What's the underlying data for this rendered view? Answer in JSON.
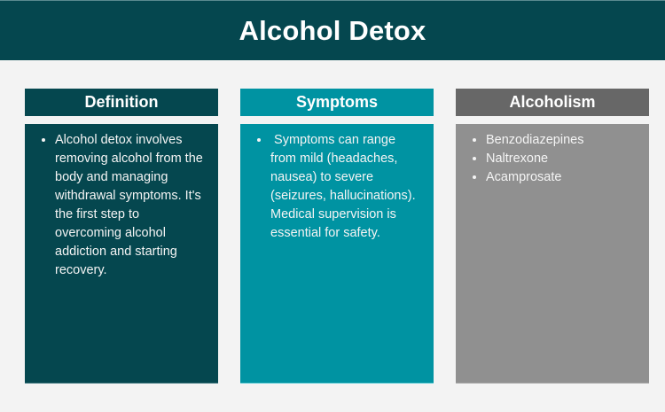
{
  "title": "Alcohol Detox",
  "colors": {
    "title_bg": "#05474f",
    "definition": "#05474f",
    "symptoms": "#0093a2",
    "alcoholism_header": "#676767",
    "alcoholism_body": "#909090",
    "background": "#f3f3f3"
  },
  "columns": [
    {
      "heading": "Definition",
      "items": [
        "Alcohol detox involves removing alcohol from the body and managing withdrawal symptoms. It's the first step to overcoming alcohol addiction and starting recovery."
      ]
    },
    {
      "heading": "Symptoms",
      "items": [
        " Symptoms can range from mild (headaches, nausea) to severe (seizures, hallucinations). Medical supervision is essential for safety."
      ]
    },
    {
      "heading": "Alcoholism",
      "items": [
        "Benzodiazepines",
        "Naltrexone",
        "Acamprosate"
      ]
    }
  ]
}
